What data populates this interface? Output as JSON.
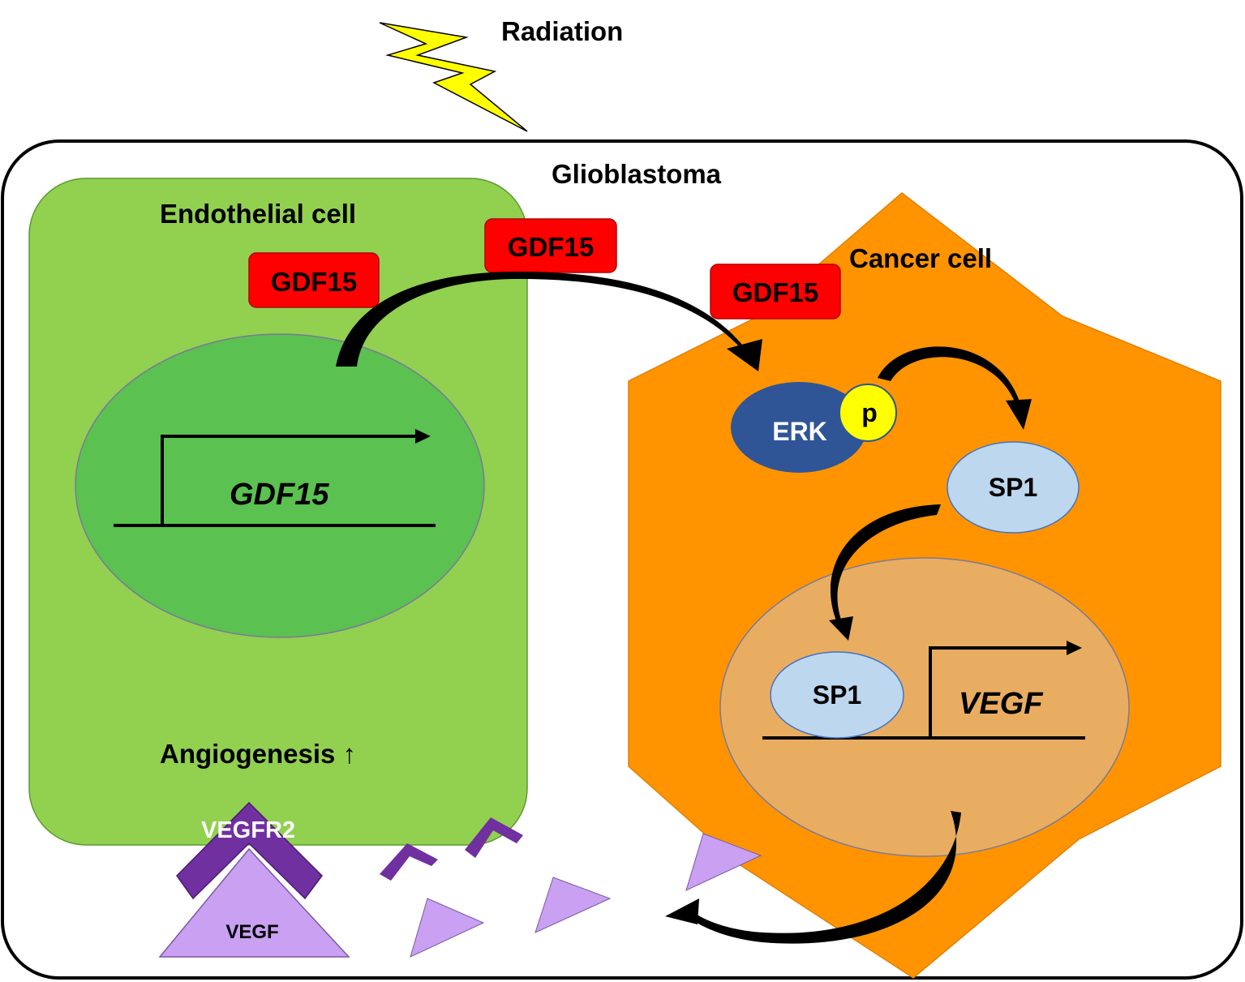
{
  "radiation": {
    "label": "Radiation"
  },
  "glioblastoma": {
    "label": "Glioblastoma"
  },
  "endothelial_cell": {
    "label": "Endothelial cell",
    "gdf15_protein": "GDF15",
    "gene": "GDF15",
    "angiogenesis": "Angiogenesis ↑"
  },
  "secreted_gdf15": "GDF15",
  "cancer_cell": {
    "label": "Cancer cell",
    "gdf15_protein": "GDF15",
    "erk": "ERK",
    "phospho": "p",
    "sp1_cytoplasm": "SP1",
    "sp1_nucleus": "SP1",
    "gene": "VEGF"
  },
  "receptor": {
    "label": "VEGFR2",
    "ligand": "VEGF"
  },
  "colors": {
    "endothelial_cell": "#92d050",
    "endothelial_nucleus": "#5bc151",
    "cancer_cell": "#ff9400",
    "cancer_nucleus": "#e9ad61",
    "gdf15_box": "#ff0000",
    "erk": "#2f5597",
    "phospho": "#ffff00",
    "sp1": "#bdd7ee",
    "vegfr2": "#7030a0",
    "vegf": "#c9a0f2",
    "radiation": "#ffff00"
  }
}
